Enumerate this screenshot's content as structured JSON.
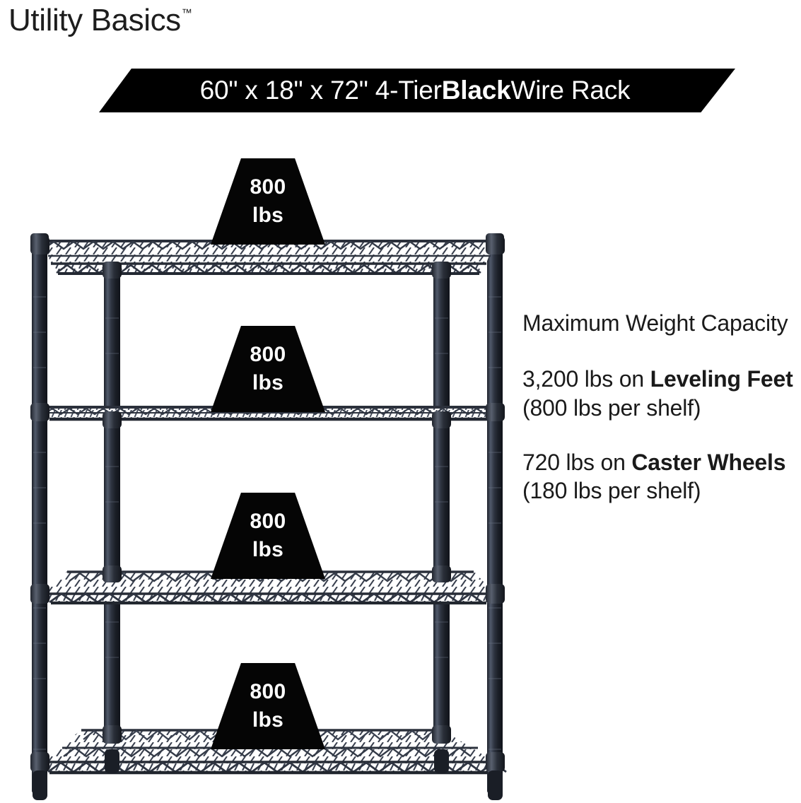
{
  "brand": {
    "name": "Utility Basics",
    "trademark": "™"
  },
  "banner": {
    "prefix": "60\" x 18\" x 72\" 4-Tier ",
    "emphasis": "Black",
    "suffix": " Wire Rack",
    "full_text": "60\" x 18\" x 72\" 4-Tier Black Wire Rack",
    "background_color": "#000000",
    "text_color": "#ffffff"
  },
  "info": {
    "heading": "Maximum Weight Capacity",
    "capacity_leveling": {
      "prefix": "3,200 lbs on ",
      "emphasis": "Leveling Feet",
      "suffix": " (800 lbs per shelf)",
      "full_text": "3,200 lbs on Leveling Feet (800 lbs per shelf)"
    },
    "capacity_casters": {
      "prefix": "720 lbs on ",
      "emphasis": "Caster Wheels",
      "suffix": " (180 lbs per shelf)",
      "full_text": "720 lbs on Caster Wheels (180 lbs per shelf)"
    }
  },
  "product": {
    "tier_count": 4,
    "frame_color": "#2b2f3a",
    "badge_color": "#050505",
    "badges": [
      {
        "value": "800",
        "unit": "lbs"
      },
      {
        "value": "800",
        "unit": "lbs"
      },
      {
        "value": "800",
        "unit": "lbs"
      },
      {
        "value": "800",
        "unit": "lbs"
      }
    ]
  }
}
